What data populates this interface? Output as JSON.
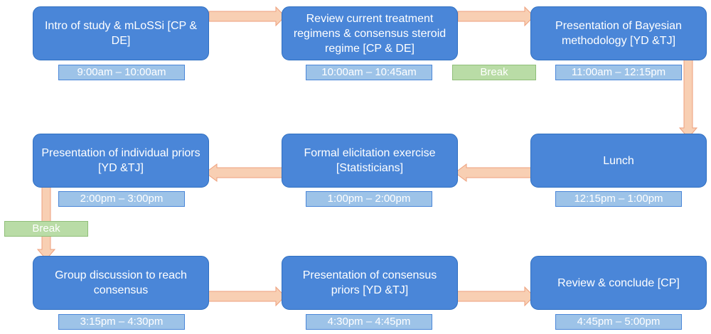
{
  "colors": {
    "step_fill": "#4a86d8",
    "time_fill": "#9dc3e8",
    "break_fill": "#b9dca6",
    "arrow_fill": "#f8cfb3"
  },
  "steps": [
    {
      "label": "Intro of study & mLoSSi [CP & DE]",
      "time": "9:00am – 10:00am"
    },
    {
      "label": "Review current treatment regimens & consensus steroid regime [CP & DE]",
      "time": "10:00am – 10:45am"
    },
    {
      "label": "Presentation of Bayesian methodology [YD &TJ]",
      "time": "11:00am – 12:15pm"
    },
    {
      "label": "Lunch",
      "time": "12:15pm – 1:00pm"
    },
    {
      "label": "Formal elicitation exercise [Statisticians]",
      "time": "1:00pm – 2:00pm"
    },
    {
      "label": "Presentation of individual priors [YD &TJ]",
      "time": "2:00pm – 3:00pm"
    },
    {
      "label": "Group discussion to reach consensus",
      "time": "3:15pm – 4:30pm"
    },
    {
      "label": "Presentation of consensus priors [YD &TJ]",
      "time": "4:30pm – 4:45pm"
    },
    {
      "label": "Review & conclude [CP]",
      "time": "4:45pm – 5:00pm"
    }
  ],
  "breaks": [
    {
      "label": "Break"
    },
    {
      "label": "Break"
    }
  ]
}
